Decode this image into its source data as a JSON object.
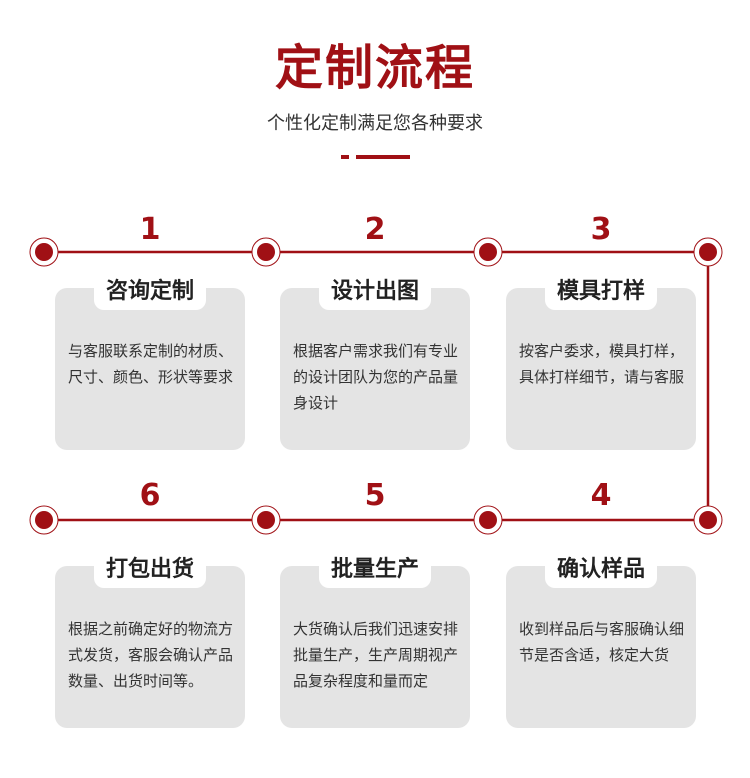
{
  "header": {
    "title": "定制流程",
    "subtitle": "个性化定制满足您各种要求"
  },
  "colors": {
    "accent": "#a01015",
    "card_bg": "#e4e4e4",
    "text": "#333333"
  },
  "steps": [
    {
      "number": "1",
      "title": "咨询定制",
      "desc": "与客服联系定制的材质、尺寸、颜色、形状等要求"
    },
    {
      "number": "2",
      "title": "设计出图",
      "desc": "根据客户需求我们有专业的设计团队为您的产品量身设计"
    },
    {
      "number": "3",
      "title": "模具打样",
      "desc": "按客户委求，模具打样，具体打样细节，请与客服"
    },
    {
      "number": "4",
      "title": "确认样品",
      "desc": "收到样品后与客服确认细节是否含适，核定大货"
    },
    {
      "number": "5",
      "title": "批量生产",
      "desc": "大货确认后我们迅速安排批量生产，生产周期视产品复杂程度和量而定"
    },
    {
      "number": "6",
      "title": "打包出货",
      "desc": "根据之前确定好的物流方式发货，客服会确认产品数量、出货时间等。"
    }
  ]
}
